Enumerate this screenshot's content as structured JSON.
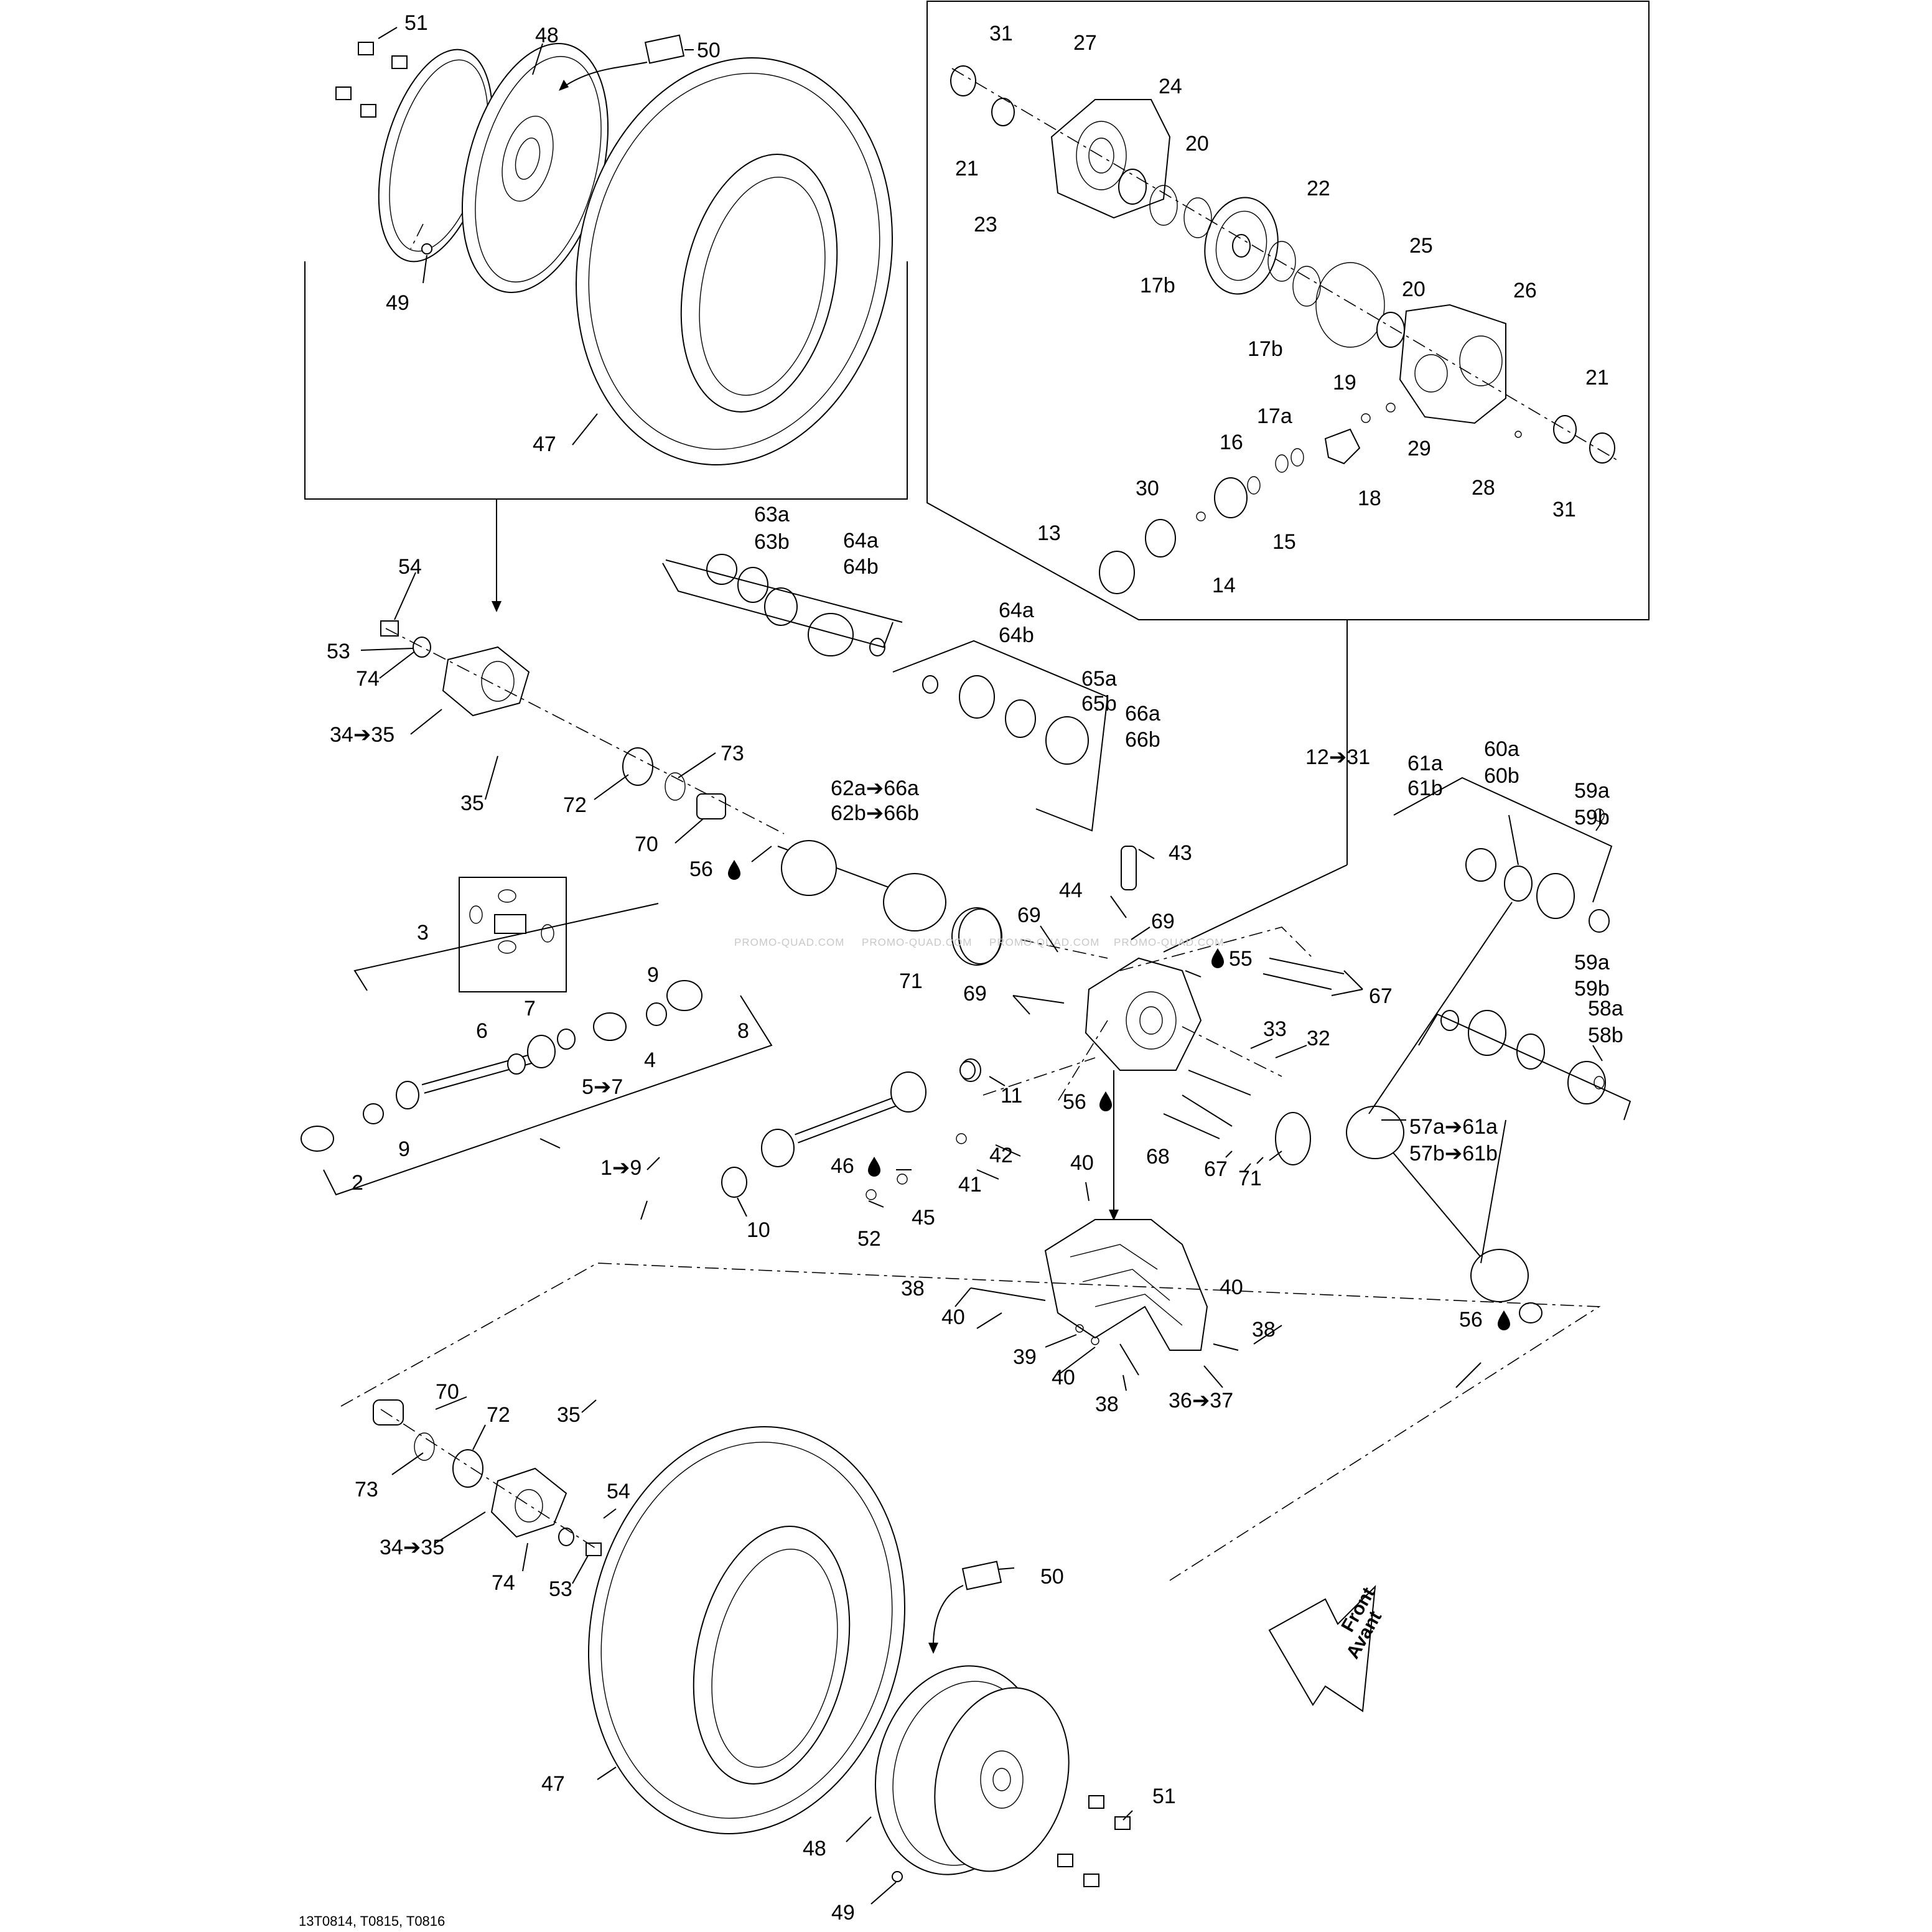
{
  "figure_ref": "13T0814, T0815, T0816",
  "watermark": "PROMO-QUAD.COM",
  "front_arrow": {
    "line1": "Front",
    "line2": "Avant"
  },
  "callouts": {
    "c1_9": "1➔9",
    "c2": "2",
    "c3": "3",
    "c4": "4",
    "c5_7": "5➔7",
    "c6": "6",
    "c7": "7",
    "c8": "8",
    "c9a": "9",
    "c9b": "9",
    "c10": "10",
    "c11": "11",
    "c12_31": "12➔31",
    "c13": "13",
    "c14": "14",
    "c15": "15",
    "c16": "16",
    "c17a": "17a",
    "c17b_1": "17b",
    "c17b_2": "17b",
    "c18": "18",
    "c19": "19",
    "c20a": "20",
    "c20b": "20",
    "c21a": "21",
    "c21b": "21",
    "c22": "22",
    "c23": "23",
    "c24": "24",
    "c25": "25",
    "c26": "26",
    "c27": "27",
    "c28": "28",
    "c29": "29",
    "c30": "30",
    "c31a": "31",
    "c31b": "31",
    "c32": "32",
    "c33": "33",
    "c34_35a": "34➔35",
    "c34_35b": "34➔35",
    "c35a": "35",
    "c35b": "35",
    "c36_37": "36➔37",
    "c38a": "38",
    "c38b": "38",
    "c38c": "38",
    "c39": "39",
    "c40a": "40",
    "c40b": "40",
    "c40c": "40",
    "c40d": "40",
    "c41": "41",
    "c42": "42",
    "c43": "43",
    "c44": "44",
    "c45": "45",
    "c46": "46",
    "c47a": "47",
    "c47b": "47",
    "c48a": "48",
    "c48b": "48",
    "c49a": "49",
    "c49b": "49",
    "c50a": "50",
    "c50b": "50",
    "c51a": "51",
    "c51b": "51",
    "c52": "52",
    "c53a": "53",
    "c53b": "53",
    "c54a": "54",
    "c54b": "54",
    "c55": "55",
    "c56a": "56",
    "c56b": "56",
    "c56c": "56",
    "c57a": "57a➔61a",
    "c57b": "57b➔61b",
    "c58a": "58a",
    "c58b": "58b",
    "c59a1": "59a",
    "c59b1": "59b",
    "c59a2": "59a",
    "c59b2": "59b",
    "c60a": "60a",
    "c60b": "60b",
    "c61a": "61a",
    "c61b": "61b",
    "c62a": "62a➔66a",
    "c62b": "62b➔66b",
    "c63a": "63a",
    "c63b": "63b",
    "c64a1": "64a",
    "c64b1": "64b",
    "c64a2": "64a",
    "c64b2": "64b",
    "c65a": "65a",
    "c65b": "65b",
    "c66a": "66a",
    "c66b": "66b",
    "c67a": "67",
    "c67b": "67",
    "c68": "68",
    "c69a": "69",
    "c69b": "69",
    "c69c": "69",
    "c70a": "70",
    "c70b": "70",
    "c71a": "71",
    "c71b": "71",
    "c72a": "72",
    "c72b": "72",
    "c73a": "73",
    "c73b": "73",
    "c74a": "74",
    "c74b": "74"
  }
}
